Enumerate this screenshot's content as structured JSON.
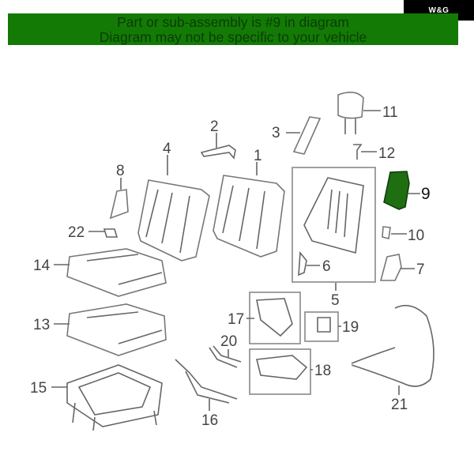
{
  "logo": {
    "text": "W&G"
  },
  "banner": {
    "line1": "Part or sub-assembly is #9 in diagram",
    "line2": "Diagram may not be specific to your vehicle",
    "color": "#137a05"
  },
  "highlight_color": "#1f6e12",
  "callouts": {
    "c1": "1",
    "c2": "2",
    "c3": "3",
    "c4": "4",
    "c5": "5",
    "c6": "6",
    "c7": "7",
    "c8": "8",
    "c9": "9",
    "c10": "10",
    "c11": "11",
    "c12": "12",
    "c13": "13",
    "c14": "14",
    "c15": "15",
    "c16": "16",
    "c17": "17",
    "c18": "18",
    "c19": "19",
    "c20": "20",
    "c21": "21",
    "c22": "22"
  }
}
